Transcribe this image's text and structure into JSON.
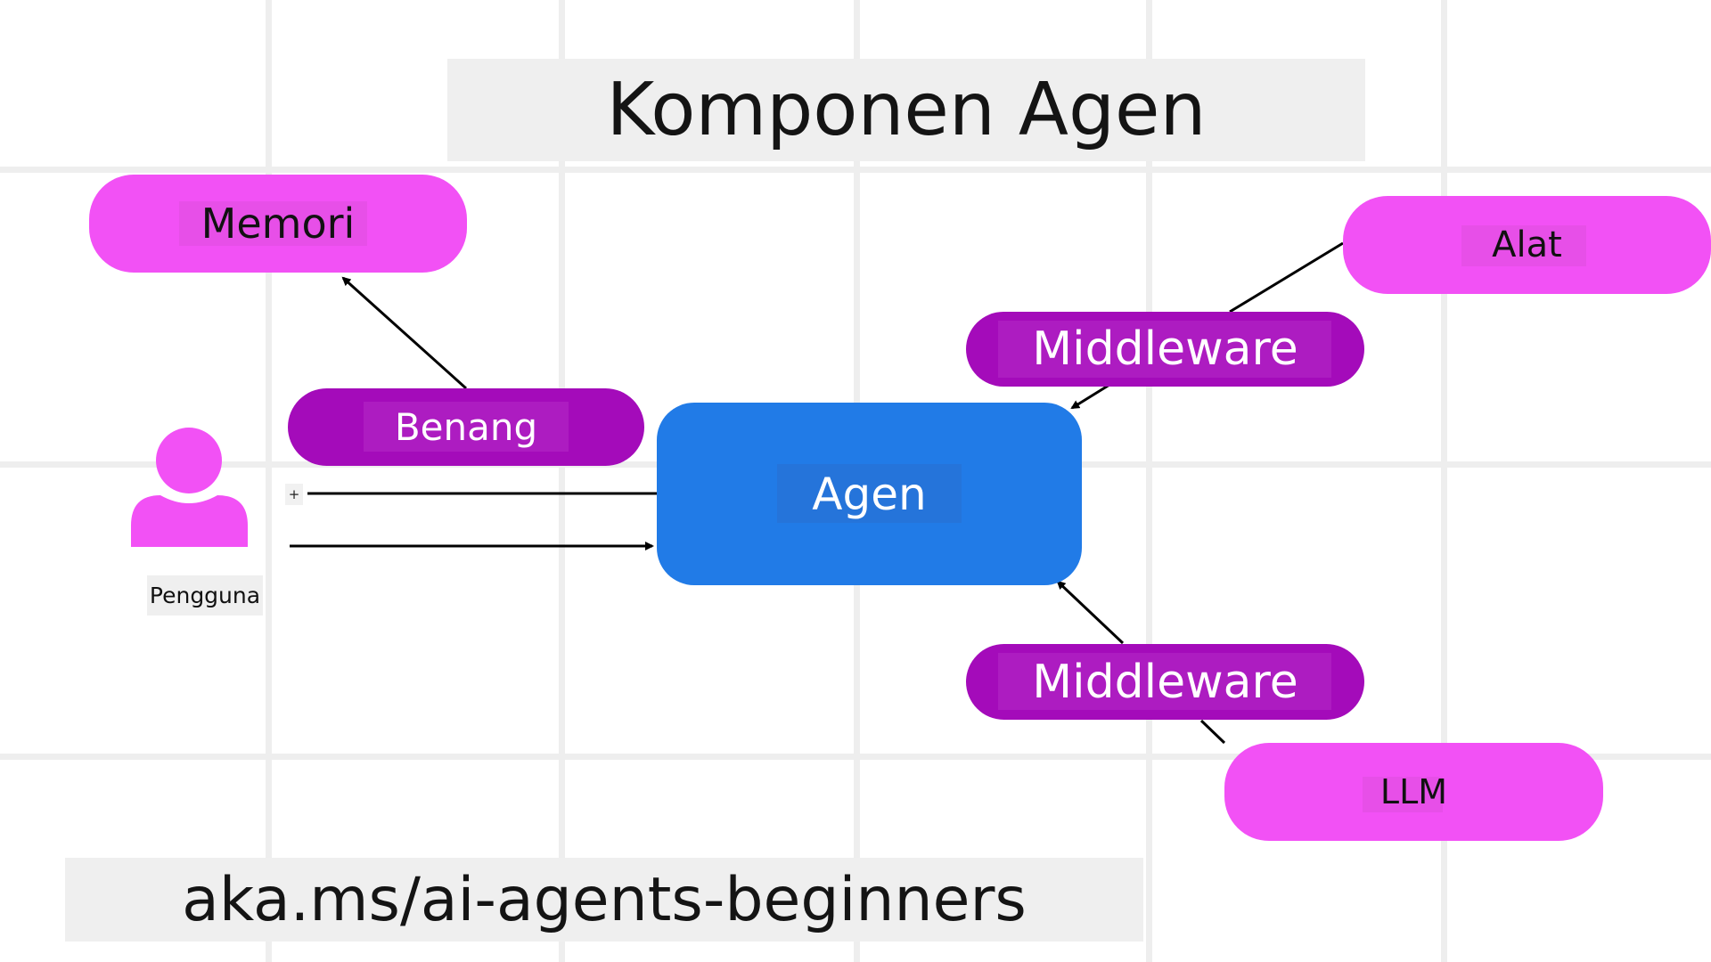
{
  "title": "Komponen Agen",
  "footer": "aka.ms/ai-agents-beginners",
  "nodes": {
    "agent": "Agen",
    "memory": "Memori",
    "thread": "Benang",
    "user": "Pengguna",
    "tools": "Alat",
    "middleware_top": "Middleware",
    "middleware_bottom": "Middleware",
    "llm": "LLM",
    "plus": "+"
  },
  "colors": {
    "agent": "#217be7",
    "light_pill": "#f251f5",
    "dark_pill": "#a40bba",
    "user_icon": "#f251f5"
  }
}
